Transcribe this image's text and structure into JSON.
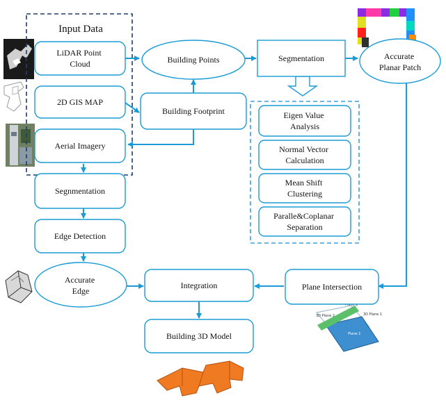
{
  "colors": {
    "flow": "#1a9bd8",
    "input_frame": "#1f3d68",
    "algorithm_frame": "#3aa0d8",
    "model_orange": "#f07a22",
    "plane_blue": "#3d8fd0",
    "plane_green": "#5cc06a"
  },
  "input_group": {
    "title": "Input Data"
  },
  "nodes": {
    "lidar": "LiDAR Point Cloud",
    "gis": "2D GIS MAP",
    "aerial": "Aerial Imagery",
    "building_points": "Building Points",
    "footprint": "Building Footprint",
    "segmentation": "Segmentation",
    "planar_patch": "Accurate Planar Patch",
    "img_segmentation": "Segnmentation",
    "edge_detection": "Edge Detection",
    "accurate_edge": "Accurate Edge",
    "integration": "Integration",
    "plane_intersection": "Plane Intersection",
    "model": "Building 3D Model"
  },
  "algorithm_steps": [
    "Eigen Value Analysis",
    "Normal Vector Calculation",
    "Mean Shift Clustering",
    "Paralle&Coplanar Separation"
  ],
  "thumbnails": {
    "lidar": "lidar-point-cloud-thumbnail",
    "gis": "gis-map-thumbnail",
    "aerial": "aerial-imagery-thumbnail",
    "planar": "colored-planar-patches-thumbnail",
    "edge": "3d-edge-thumbnail",
    "planes": "intersecting-planes-thumbnail",
    "model": "orange-3d-building-model-thumbnail"
  }
}
